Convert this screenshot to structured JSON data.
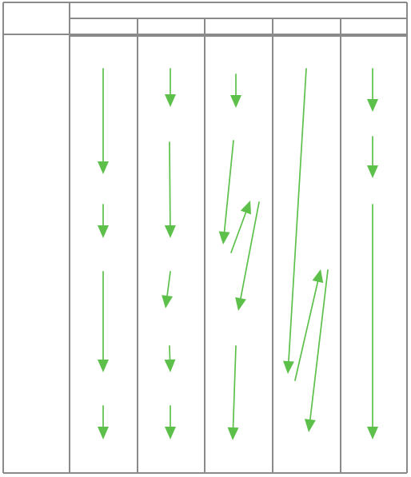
{
  "diagram": {
    "type": "arrow-grid-table",
    "background_color": "#ffffff",
    "grid_color": "#8a8a8a",
    "arrow_color": "#5cc04a",
    "row_label_column_count": 1,
    "data_column_count": 5,
    "header_rows": 2,
    "header_group_span": "all-data-columns",
    "text": []
  },
  "columns": [
    {
      "arrows": [
        {
          "direction": "down"
        },
        {
          "direction": "down"
        },
        {
          "direction": "down"
        },
        {
          "direction": "down"
        },
        {
          "direction": "down"
        }
      ]
    },
    {
      "arrows": [
        {
          "direction": "down"
        },
        {
          "direction": "down"
        },
        {
          "direction": "down"
        },
        {
          "direction": "down"
        },
        {
          "direction": "down"
        }
      ]
    },
    {
      "arrows": [
        {
          "direction": "down"
        },
        {
          "direction": "down-left"
        },
        {
          "direction": "up-right"
        },
        {
          "direction": "down-left"
        },
        {
          "direction": "down"
        }
      ]
    },
    {
      "arrows": [
        {
          "direction": "down"
        },
        {
          "direction": "up-right"
        },
        {
          "direction": "down-left"
        }
      ]
    },
    {
      "arrows": [
        {
          "direction": "down"
        },
        {
          "direction": "down"
        },
        {
          "direction": "down"
        }
      ]
    }
  ]
}
